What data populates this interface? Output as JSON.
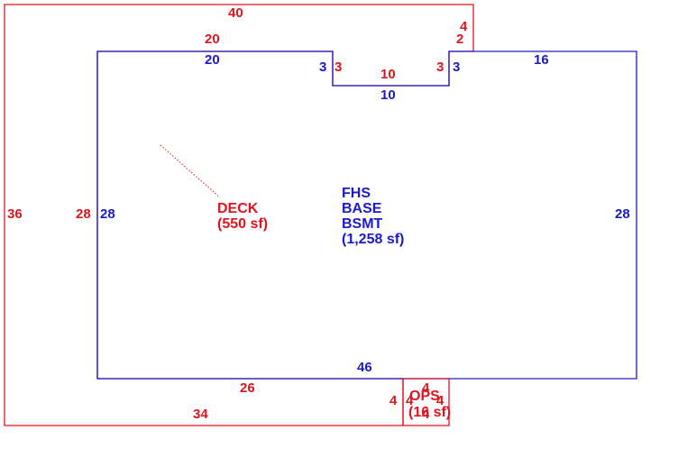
{
  "colors": {
    "deck": "#e0141e",
    "basement": "#1a1acc"
  },
  "deck": {
    "name": "DECK",
    "area": "(550 sf)",
    "dims": {
      "top": "40",
      "upper_left_step": "20",
      "notch_left": "3",
      "notch_bottom": "10",
      "notch_right": "3",
      "right_top": "4",
      "right_step": "2",
      "left_outer": "36",
      "left_inner": "28",
      "bottom_inner": "26",
      "bottom_outer": "34",
      "to_ops": "4"
    }
  },
  "basement": {
    "name_lines": [
      "FHS",
      "BASE",
      "BSMT"
    ],
    "area": "(1,258 sf)",
    "dims": {
      "top_left": "20",
      "notch_left": "3",
      "notch_bottom": "10",
      "notch_right": "3",
      "top_right": "16",
      "left": "28",
      "right": "28",
      "bottom": "46"
    }
  },
  "ops": {
    "name": "OPS",
    "area": "(16 sf)",
    "dims": {
      "top": "4",
      "left": "4",
      "right": "4",
      "bottom": "4"
    }
  }
}
